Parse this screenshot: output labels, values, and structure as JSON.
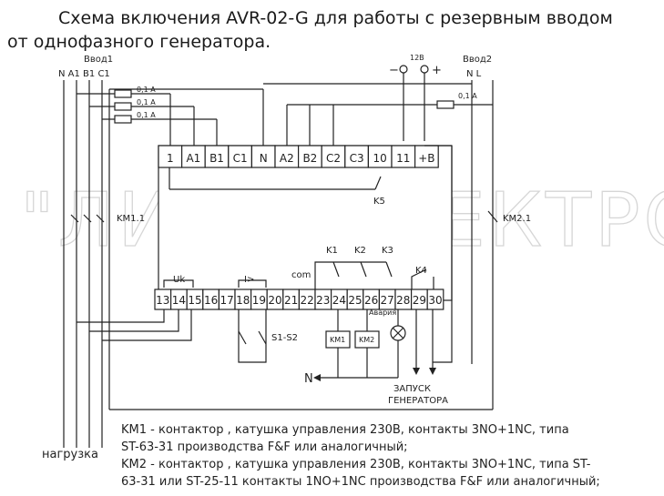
{
  "title": {
    "line1": "Схема включения AVR-02-G  для работы с резервным вводом",
    "line2": "от однофазного генератора."
  },
  "watermark": "\"ЛИАЛ-ЭЛЕКТРО\"",
  "input1": {
    "label": "Ввод1",
    "phases": "N  A1 B1 C1"
  },
  "input2": {
    "label": "Ввод2",
    "phases": "N  L"
  },
  "supply": {
    "voltage": "12В",
    "minus": "−",
    "plus": "+"
  },
  "fuses": [
    "0,1 A",
    "0,1 A",
    "0,1 A",
    "0,1 A"
  ],
  "top_terminals": [
    "1",
    "A1",
    "B1",
    "C1",
    "N",
    "A2",
    "B2",
    "C2",
    "C3",
    "10",
    "11",
    "+B"
  ],
  "bottom_terminals": [
    "13",
    "14",
    "15",
    "16",
    "17",
    "18",
    "19",
    "20",
    "21",
    "22",
    "23",
    "24",
    "25",
    "26",
    "27",
    "28",
    "29",
    "30"
  ],
  "labels": {
    "k5": "K5",
    "k1": "K1",
    "k2": "K2",
    "k3": "K3",
    "k4": "K4",
    "com": "com",
    "uk": "Uk",
    "i_greater": "I>",
    "alarm": "Авария",
    "km1_1": "KM1.1",
    "km2_1": "KM2.1",
    "s1s2": "S1-S2",
    "coil_km1": "KM1",
    "coil_km2": "KM2",
    "neutral_out": "N",
    "generator_start_1": "ЗАПУСК",
    "generator_start_2": "ГЕНЕРАТОРА",
    "load": "нагрузка"
  },
  "notes": [
    "KM1 -  контактор , катушка управления 230В, контакты  3NO+1NC, типа",
    "ST-63-31 производства  F&F  или аналогичный;",
    "KM2  - контактор , катушка управления 230В, контакты  3NO+1NC, типа  ST-",
    "63-31 или ST-25-11 контакты 1NO+1NC производства  F&F или аналогичный;"
  ]
}
